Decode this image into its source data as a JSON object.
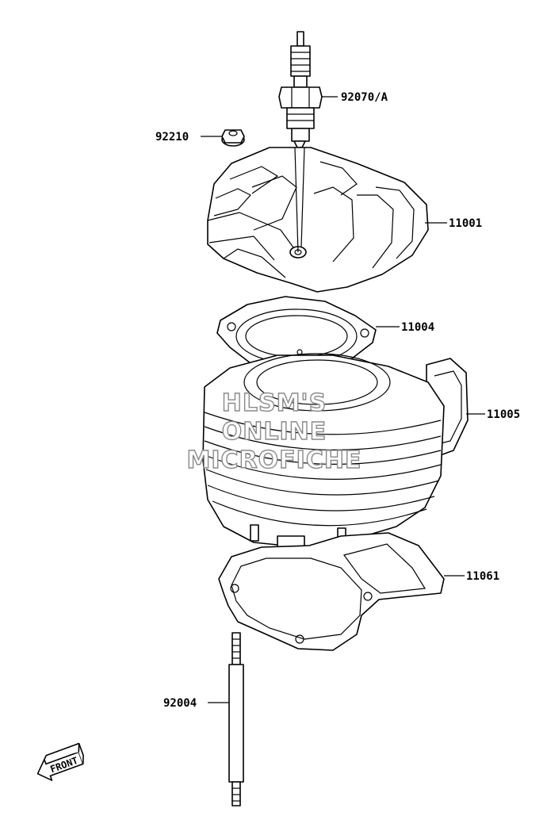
{
  "parts": {
    "spark_plug": "92070/A",
    "nut": "92210",
    "cylinder_head": "11001",
    "head_gasket": "11004",
    "cylinder": "11005",
    "base_gasket": "11061",
    "stud": "92004"
  },
  "watermark": {
    "line1": "HLSM'S",
    "line2": "ONLINE",
    "line3": "MICROFICHE"
  },
  "front_arrow": {
    "label": "FRONT"
  }
}
